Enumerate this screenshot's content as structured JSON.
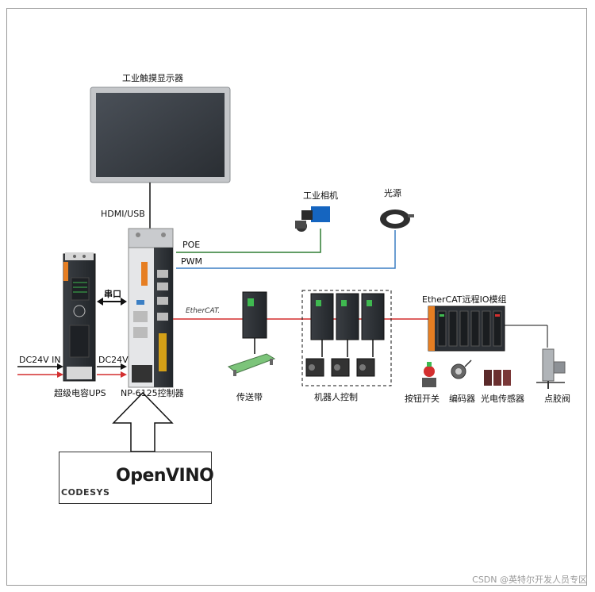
{
  "labels": {
    "touch_display": "工业触摸显示器",
    "hdmi_usb": "HDMI/USB",
    "industrial_camera": "工业相机",
    "light_source": "光源",
    "poe": "POE",
    "pwm": "PWM",
    "serial_port": "串口",
    "dc24v_in": "DC24V IN",
    "dc24v": "DC24V",
    "ups": "超级电容UPS",
    "controller": "NP-6125控制器",
    "ethercat_logo": "EtherCAT.",
    "conveyor": "传送带",
    "robot_control": "机器人控制",
    "ethercat_io": "EtherCAT远程IO模组",
    "button_switch": "按钮开关",
    "encoder": "编码器",
    "photo_sensor": "光电传感器",
    "dispense_valve": "点胶阀"
  },
  "logos": {
    "codesys": "CODESYS",
    "openvino": "OpenVINO"
  },
  "watermark": "CSDN @英特尔开发人员专区",
  "colors": {
    "poe_line": "#2e7d32",
    "pwm_line": "#3b7fc4",
    "ethercat_line": "#d32f2f",
    "dc_arrow": "#d32f2f",
    "display_bezel": "#b7b9bc",
    "display_screen": "#3a3f45",
    "device_dark": "#2b2f33",
    "camera_blue": "#1565c0",
    "io_orange": "#e67e22"
  },
  "icons": [
    "display-icon",
    "camera-icon",
    "ring-light-icon",
    "ups-icon",
    "controller-icon",
    "servo-drive-icon",
    "servo-motor-icon",
    "conveyor-icon",
    "io-module-icon",
    "button-switch-icon",
    "encoder-icon",
    "photo-sensor-icon",
    "dispense-valve-icon",
    "codesys-cube-icon",
    "openvino-o-icon"
  ]
}
